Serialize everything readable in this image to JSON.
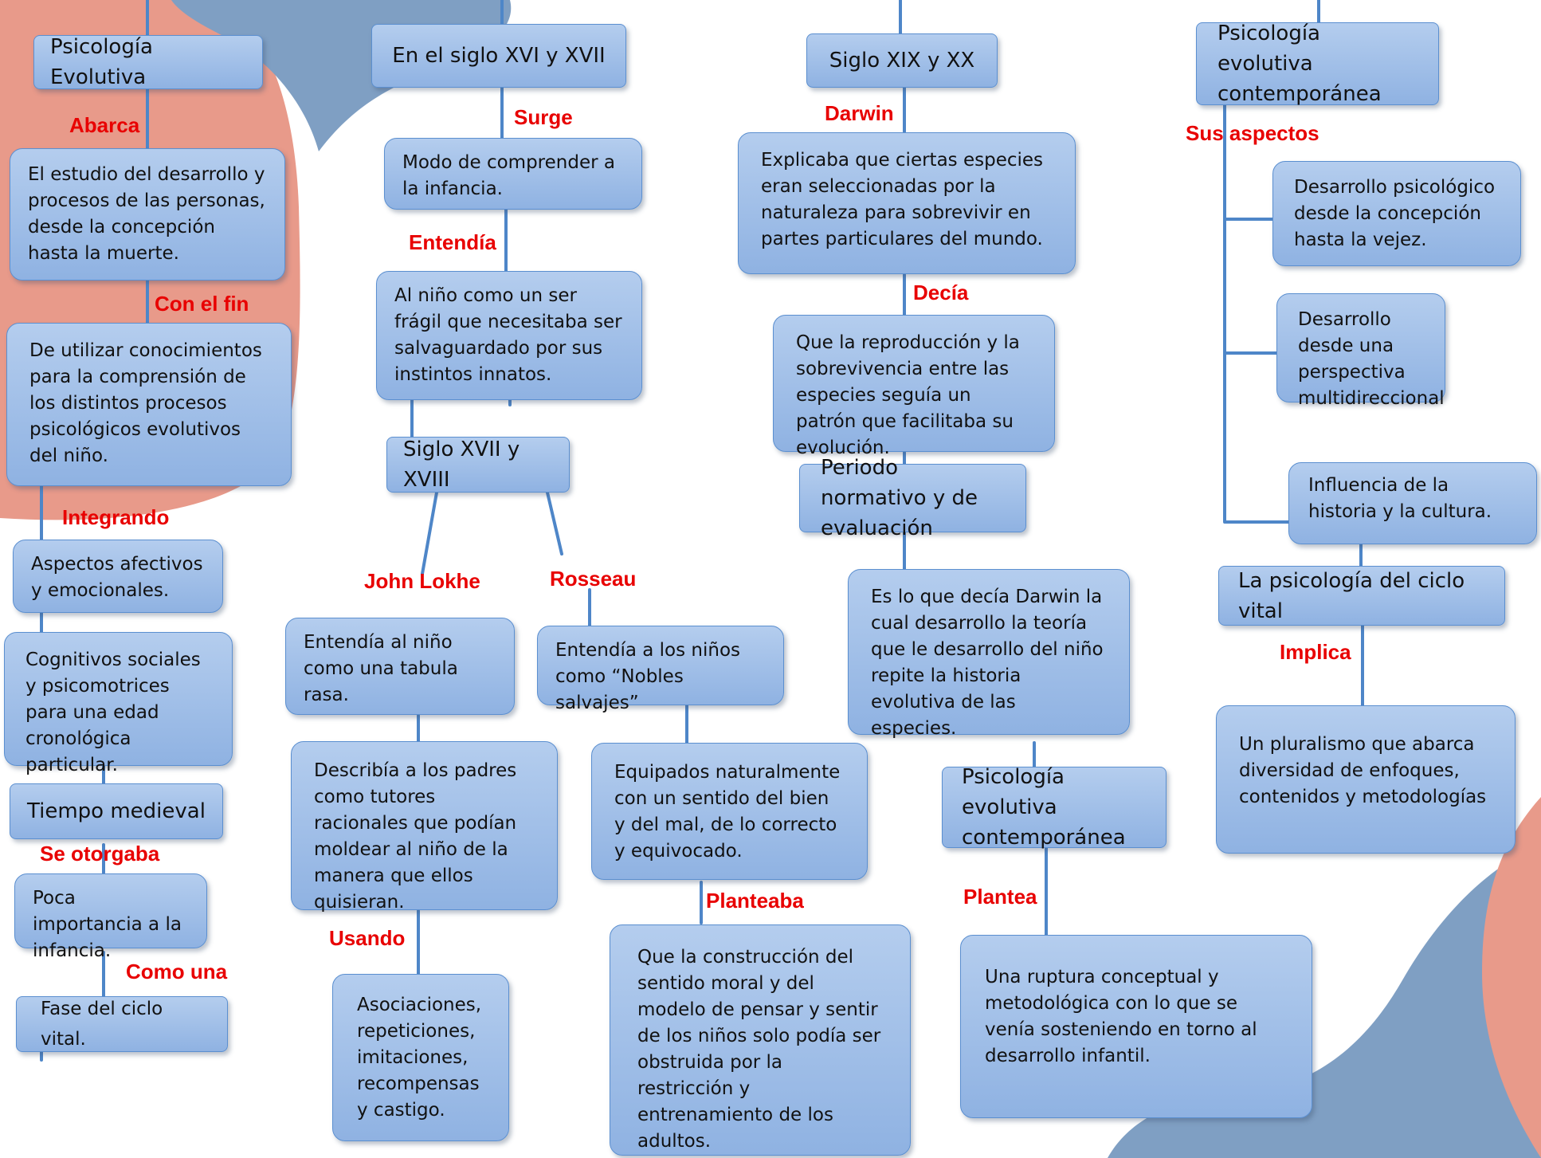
{
  "colors": {
    "line": "#4e86c8",
    "connector_text": "#e80000",
    "box_top": "#b4cdee",
    "box_bottom": "#8fb2e2",
    "blob_salmon": "#e89a8a",
    "blob_blue": "#7f9fc3"
  },
  "column1": {
    "title": "Psicología Evolutiva",
    "abarca": "Abarca",
    "estudio": "El estudio del desarrollo y procesos de las personas, desde la concepción hasta la muerte.",
    "con_el_fin": "Con el fin",
    "utilizar": "De utilizar conocimientos para la comprensión de los distintos procesos psicológicos evolutivos del niño.",
    "integrando": "Integrando",
    "afectivos": "Aspectos afectivos y emocionales.",
    "cognitivos": "Cognitivos sociales y psicomotrices para una edad cronológica particular.",
    "medieval": "Tiempo medieval",
    "se_otorgaba": "Se otorgaba",
    "poca": "Poca importancia a la infancia.",
    "como_una": "Como una",
    "fase": "Fase del ciclo vital."
  },
  "column2": {
    "title": "En el siglo XVI y XVII",
    "surge": "Surge",
    "modo": "Modo de comprender a la infancia.",
    "entendia": "Entendía",
    "nino_fragil": "Al niño como un ser frágil que necesitaba ser salvaguardado por sus instintos innatos.",
    "siglo_xvii": "Siglo XVII y XVIII",
    "lokhe": "John Lokhe",
    "rosseau": "Rosseau",
    "tabula": "Entendía al niño como una tabula rasa.",
    "nobles": "Entendía a los niños como “Nobles salvajes”",
    "padres": "Describía a los padres como tutores racionales que podían moldear al niño de la manera que ellos quisieran.",
    "equipados": "Equipados naturalmente con un sentido del bien y del mal, de lo correcto y equivocado.",
    "usando": "Usando",
    "planteaba": "Planteaba",
    "asociaciones": "Asociaciones, repeticiones, imitaciones, recompensas y castigo.",
    "construccion": "Que la construcción del sentido moral y del modelo de pensar y sentir de los niños solo podía ser obstruida por la restricción y entrenamiento de los adultos."
  },
  "column3": {
    "title": "Siglo XIX y XX",
    "darwin": "Darwin",
    "explicaba": "Explicaba que ciertas especies eran seleccionadas por la naturaleza para sobrevivir en partes particulares del mundo.",
    "decia": "Decía",
    "reproduccion": "Que la reproducción y la sobrevivencia entre las especies seguía un patrón que facilitaba su evolución.",
    "periodo": "Periodo normativo y de evaluación",
    "es_lo": "Es lo que decía Darwin la cual desarrollo la teoría que le desarrollo del niño repite la historia evolutiva de las especies.",
    "contemp": "Psicología evolutiva contemporánea",
    "plantea": "Plantea",
    "ruptura": "Una ruptura conceptual y metodológica con lo que se venía sosteniendo en torno al desarrollo infantil."
  },
  "column4": {
    "title": "Psicología evolutiva contemporánea",
    "sus_aspectos": "Sus aspectos",
    "desarrollo_psico": "Desarrollo psicológico desde la concepción hasta la vejez.",
    "multidireccional": "Desarrollo desde una perspectiva multidireccional",
    "influencia": "Influencia de la historia y la cultura.",
    "ciclo_vital": "La psicología del ciclo vital",
    "implica": "Implica",
    "pluralismo": "Un pluralismo que abarca diversidad de enfoques, contenidos y metodologías"
  }
}
